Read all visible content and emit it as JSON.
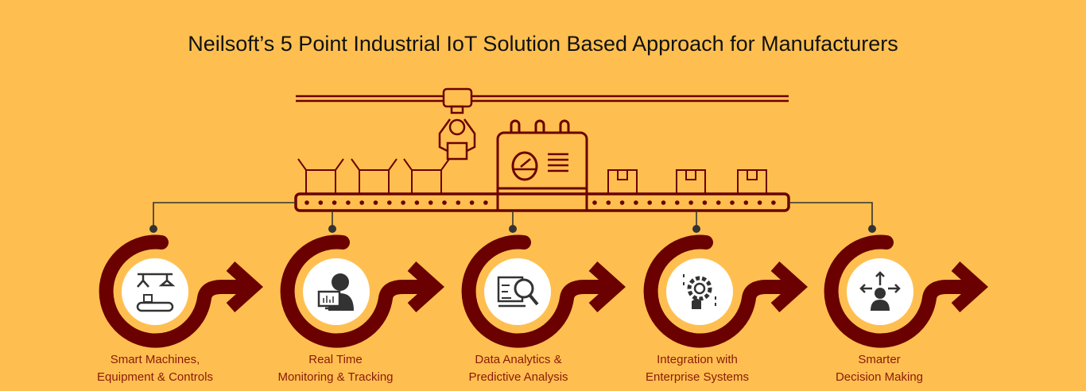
{
  "title": "Neilsoft’s 5 Point Industrial IoT Solution Based Approach for Manufacturers",
  "colors": {
    "background": "#FFBF50",
    "maroon": "#6B0000",
    "label": "#8A1A0A",
    "connector": "#333333"
  },
  "steps": [
    {
      "line1": "Smart Machines,",
      "line2": "Equipment & Controls",
      "icon": "factory-robot-arm-icon"
    },
    {
      "line1": "Real Time",
      "line2": "Monitoring & Tracking",
      "icon": "user-monitor-icon"
    },
    {
      "line1": "Data Analytics &",
      "line2": "Predictive Analysis",
      "icon": "data-analysis-magnifier-icon"
    },
    {
      "line1": "Integration with",
      "line2": "Enterprise Systems",
      "icon": "gear-integration-icon"
    },
    {
      "line1": "Smarter",
      "line2": "Decision Making",
      "icon": "decision-arrows-person-icon"
    }
  ]
}
